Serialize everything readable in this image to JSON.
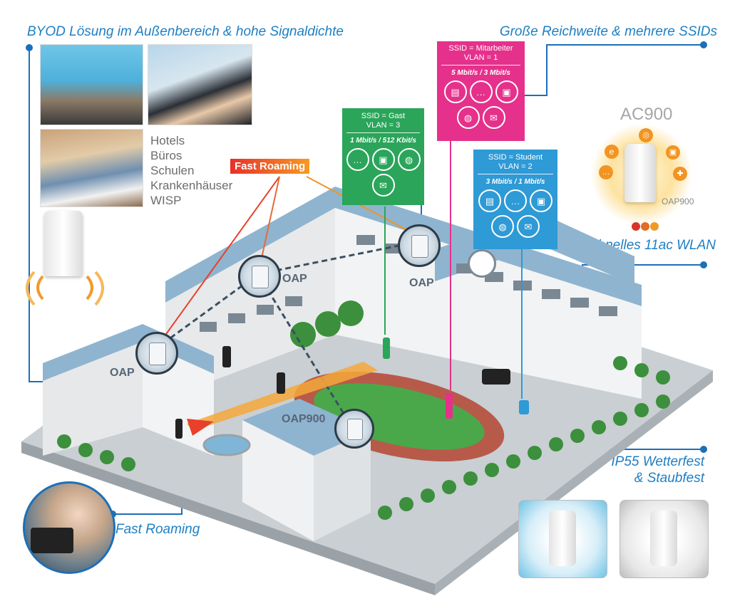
{
  "headers": {
    "byod": "BYOD Lösung im Außenbereich & hohe Signaldichte",
    "range": "Große Reichweite & mehrere SSIDs",
    "wlan": "Schnelles 11ac WLAN",
    "ip55_line1": "IP55 Wetterfest",
    "ip55_line2": "& Staubfest",
    "roaming_bottom": "Fast Roaming"
  },
  "venues": [
    "Hotels",
    "Büros",
    "Schulen",
    "Krankenhäuser",
    "WISP"
  ],
  "fast_roaming_badge": "Fast Roaming",
  "ssids": {
    "gast": {
      "ssid": "SSID = Gast",
      "vlan": "VLAN = 3",
      "rate": "1 Mbit/s / 512 Kbit/s",
      "color": "#2aa55a"
    },
    "mitarbeiter": {
      "ssid": "SSID = Mitarbeiter",
      "vlan": "VLAN = 1",
      "rate": "5 Mbit/s / 3 Mbit/s",
      "color": "#e5318b"
    },
    "student": {
      "ssid": "SSID = Student",
      "vlan": "VLAN = 2",
      "rate": "3 Mbit/s / 1 Mbit/s",
      "color": "#2e9ad6"
    }
  },
  "product": {
    "model": "AC900",
    "device_label": "OAP900"
  },
  "building_labels": {
    "oap_left": "OAP",
    "oap_mid": "OAP",
    "oap_right": "OAP",
    "oap900": "OAP900"
  },
  "colors": {
    "accent_blue": "#1d7fc4",
    "roaming_red": "#e8402a",
    "roaming_orange": "#f29422"
  }
}
